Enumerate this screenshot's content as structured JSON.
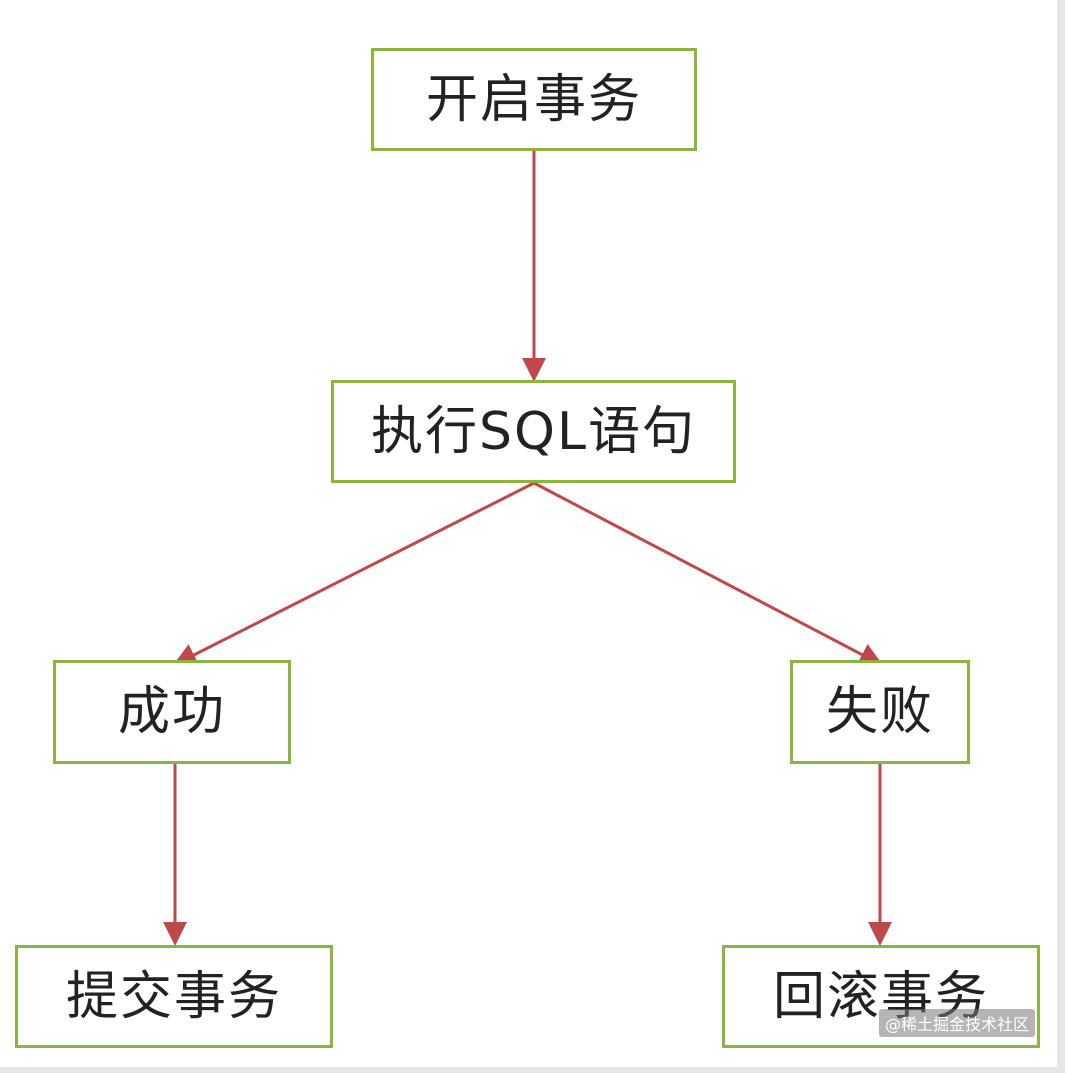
{
  "nodes": {
    "start": "开启事务",
    "execute": "执行SQL语句",
    "success": "成功",
    "failure": "失败",
    "commit": "提交事务",
    "rollback": "回滚事务"
  },
  "colors": {
    "box_border": "#8ab63c",
    "arrow": "#c0484a",
    "text": "#222222"
  },
  "watermark": "@稀土掘金技术社区"
}
